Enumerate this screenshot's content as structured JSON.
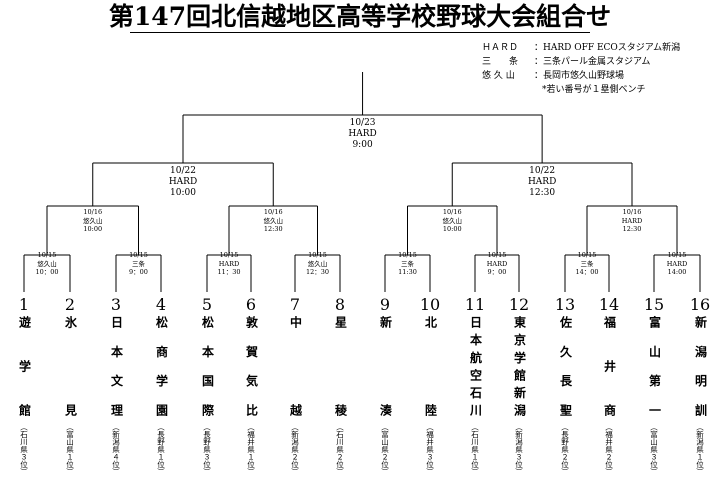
{
  "title": "第147回北信越地区高等学校野球大会組合せ",
  "legend": [
    {
      "key": "ＨＡＲＤ",
      "value": "HARD OFF ECOスタジアム新潟"
    },
    {
      "key": "三　　条",
      "value": "三条パール金属スタジアム"
    },
    {
      "key": "悠 久 山",
      "value": "長岡市悠久山野球場"
    }
  ],
  "note": "*若い番号が１塁側ベンチ",
  "final": {
    "date": "10/23",
    "venue": "HARD",
    "time": "9:00"
  },
  "semis": [
    {
      "date": "10/22",
      "venue": "HARD",
      "time": "10:00"
    },
    {
      "date": "10/22",
      "venue": "HARD",
      "time": "12:30"
    }
  ],
  "quarters": [
    {
      "date": "10/16",
      "venue": "悠久山",
      "time": "10:00"
    },
    {
      "date": "10/16",
      "venue": "悠久山",
      "time": "12:30"
    },
    {
      "date": "10/16",
      "venue": "悠久山",
      "time": "10:00"
    },
    {
      "date": "10/16",
      "venue": "HARD",
      "time": "12:30"
    }
  ],
  "round1": [
    {
      "date": "10/15",
      "venue": "悠久山",
      "time": "10：00"
    },
    {
      "date": "10/15",
      "venue": "三条",
      "time": "9：00"
    },
    {
      "date": "10/15",
      "venue": "HARD",
      "time": "11：30"
    },
    {
      "date": "10/15",
      "venue": "悠久山",
      "time": "12：30"
    },
    {
      "date": "10/15",
      "venue": "三条",
      "time": "11:30"
    },
    {
      "date": "10/15",
      "venue": "HARD",
      "time": "9：00"
    },
    {
      "date": "10/15",
      "venue": "三条",
      "time": "14：00"
    },
    {
      "date": "10/15",
      "venue": "HARD",
      "time": "14:00"
    }
  ],
  "teams": [
    {
      "num": "1",
      "name": "遊学館",
      "pref": "（石川県３位）"
    },
    {
      "num": "2",
      "name": "氷見",
      "pref": "（富山県１位）"
    },
    {
      "num": "3",
      "name": "日本文理",
      "pref": "（新潟県４位）"
    },
    {
      "num": "4",
      "name": "松商学園",
      "pref": "（長野県１位）"
    },
    {
      "num": "5",
      "name": "松本国際",
      "pref": "（長野県３位）"
    },
    {
      "num": "6",
      "name": "敦賀気比",
      "pref": "（福井県１位）"
    },
    {
      "num": "7",
      "name": "中越",
      "pref": "（新潟県２位）"
    },
    {
      "num": "8",
      "name": "星稜",
      "pref": "（石川県２位）"
    },
    {
      "num": "9",
      "name": "新湊",
      "pref": "（富山県２位）"
    },
    {
      "num": "10",
      "name": "北陸",
      "pref": "（福井県３位）"
    },
    {
      "num": "11",
      "name": "日本航空石川",
      "pref": "（石川県１位）"
    },
    {
      "num": "12",
      "name": "東京学館新潟",
      "pref": "（新潟県３位）"
    },
    {
      "num": "13",
      "name": "佐久長聖",
      "pref": "（長野県２位）"
    },
    {
      "num": "14",
      "name": "福井商",
      "pref": "（福井県２位）"
    },
    {
      "num": "15",
      "name": "富山第一",
      "pref": "（富山県３位）"
    },
    {
      "num": "16",
      "name": "新潟明訓",
      "pref": "（新潟県１位）"
    }
  ]
}
